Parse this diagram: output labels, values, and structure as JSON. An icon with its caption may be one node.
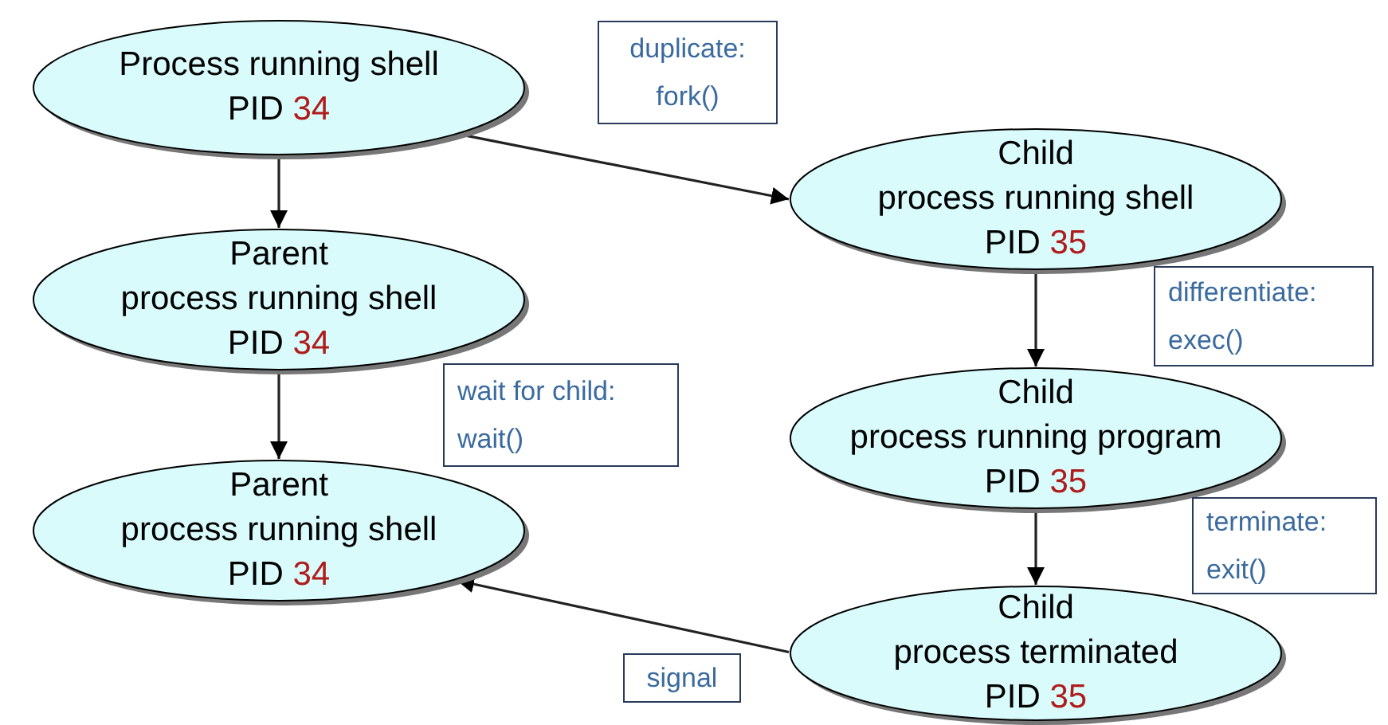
{
  "diagram": {
    "nodes": [
      {
        "text": [
          "Process running shell",
          "PID 34"
        ]
      },
      {
        "text": [
          "duplicate:",
          "fork()"
        ]
      },
      {
        "text": [
          "Child",
          "process running shell",
          "PID 35"
        ]
      },
      {
        "text": [
          "Parent",
          "process running shell",
          "PID 34"
        ]
      },
      {
        "text": [
          "differentiate:",
          "exec()"
        ]
      },
      {
        "text": [
          "wait for child:",
          "wait()"
        ]
      },
      {
        "text": [
          "Child",
          "process running program",
          "PID 35"
        ]
      },
      {
        "text": [
          "Parent",
          "process running shell",
          "PID 34"
        ]
      },
      {
        "text": [
          "terminate:",
          "exit()"
        ]
      },
      {
        "text": [
          "Child",
          "process terminated",
          "PID 35"
        ]
      },
      {
        "text": [
          "signal"
        ]
      }
    ],
    "edges": [
      {
        "from": 0,
        "to": 3,
        "arrow": "to"
      },
      {
        "from": 0,
        "to": 2,
        "arrow": "to"
      },
      {
        "from": 3,
        "to": 7,
        "arrow": "to"
      },
      {
        "from": 2,
        "to": 6,
        "arrow": "to"
      },
      {
        "from": 6,
        "to": 9,
        "arrow": "to"
      },
      {
        "from": 9,
        "to": 7,
        "arrow": "to"
      }
    ]
  }
}
